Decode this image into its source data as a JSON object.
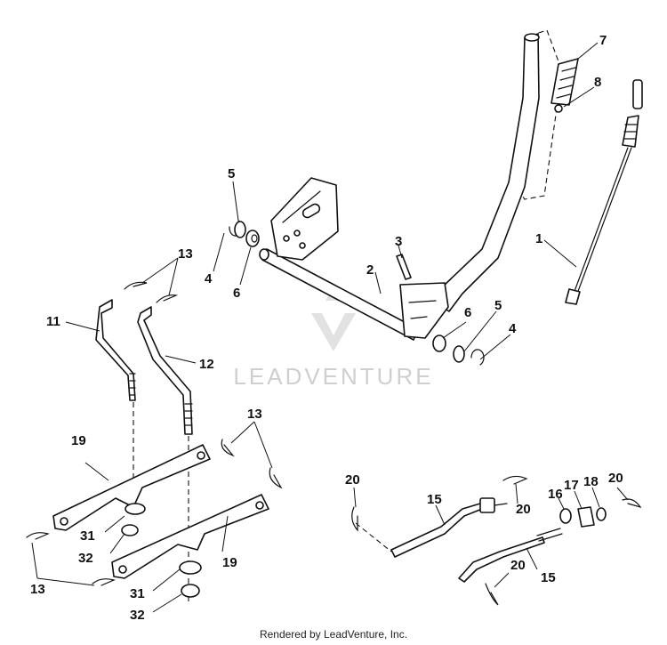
{
  "diagram": {
    "watermark": "LEADVENTURE",
    "footer": "Rendered by LeadVenture, Inc.",
    "callouts": [
      {
        "id": "c1",
        "label": "1"
      },
      {
        "id": "c2",
        "label": "2"
      },
      {
        "id": "c3",
        "label": "3"
      },
      {
        "id": "c4a",
        "label": "4"
      },
      {
        "id": "c4b",
        "label": "4"
      },
      {
        "id": "c5a",
        "label": "5"
      },
      {
        "id": "c5b",
        "label": "5"
      },
      {
        "id": "c6a",
        "label": "6"
      },
      {
        "id": "c6b",
        "label": "6"
      },
      {
        "id": "c7",
        "label": "7"
      },
      {
        "id": "c8",
        "label": "8"
      },
      {
        "id": "c11",
        "label": "11"
      },
      {
        "id": "c12",
        "label": "12"
      },
      {
        "id": "c13a",
        "label": "13"
      },
      {
        "id": "c13b",
        "label": "13"
      },
      {
        "id": "c13c",
        "label": "13"
      },
      {
        "id": "c15a",
        "label": "15"
      },
      {
        "id": "c15b",
        "label": "15"
      },
      {
        "id": "c16",
        "label": "16"
      },
      {
        "id": "c17",
        "label": "17"
      },
      {
        "id": "c18",
        "label": "18"
      },
      {
        "id": "c19a",
        "label": "19"
      },
      {
        "id": "c19b",
        "label": "19"
      },
      {
        "id": "c20a",
        "label": "20"
      },
      {
        "id": "c20b",
        "label": "20"
      },
      {
        "id": "c20c",
        "label": "20"
      },
      {
        "id": "c20d",
        "label": "20"
      },
      {
        "id": "c31a",
        "label": "31"
      },
      {
        "id": "c31b",
        "label": "31"
      },
      {
        "id": "c32a",
        "label": "32"
      },
      {
        "id": "c32b",
        "label": "32"
      }
    ]
  }
}
